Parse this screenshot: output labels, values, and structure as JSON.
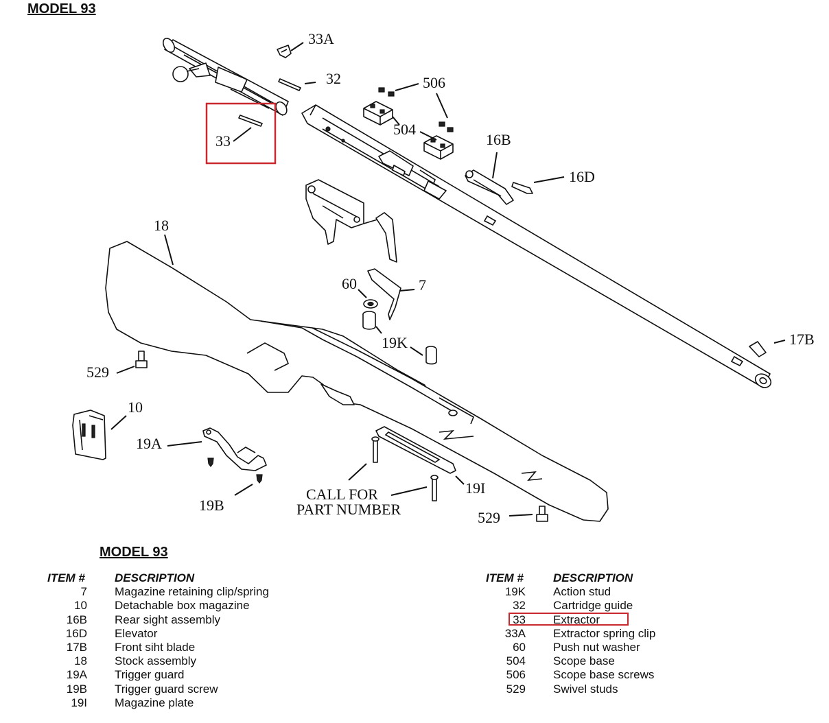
{
  "title_top": "MODEL 93",
  "title_table": "MODEL 93",
  "callouts": {
    "c33A": "33A",
    "c32": "32",
    "c506": "506",
    "c33": "33",
    "c504": "504",
    "c16B": "16B",
    "c16D": "16D",
    "c18": "18",
    "c60": "60",
    "c7": "7",
    "c17B": "17B",
    "c19K": "19K",
    "c529a": "529",
    "c10": "10",
    "c19A": "19A",
    "c19I": "19I",
    "c19B": "19B",
    "c529b": "529",
    "call_line1": "CALL FOR",
    "call_line2": "PART NUMBER"
  },
  "highlight_color": "#c8282e",
  "table_left": {
    "header_item": "ITEM #",
    "header_desc": "DESCRIPTION",
    "rows": [
      {
        "item": "7",
        "desc": "Magazine retaining clip/spring"
      },
      {
        "item": "10",
        "desc": "Detachable box magazine"
      },
      {
        "item": "16B",
        "desc": "Rear sight assembly"
      },
      {
        "item": "16D",
        "desc": "Elevator"
      },
      {
        "item": "17B",
        "desc": "Front siht blade"
      },
      {
        "item": "18",
        "desc": "Stock assembly"
      },
      {
        "item": "19A",
        "desc": "Trigger guard"
      },
      {
        "item": "19B",
        "desc": "Trigger guard screw"
      },
      {
        "item": "19I",
        "desc": "Magazine plate"
      }
    ]
  },
  "table_right": {
    "header_item": "ITEM #",
    "header_desc": "DESCRIPTION",
    "rows": [
      {
        "item": "19K",
        "desc": "Action stud"
      },
      {
        "item": "32",
        "desc": "Cartridge guide"
      },
      {
        "item": "33",
        "desc": "Extractor"
      },
      {
        "item": "33A",
        "desc": "Extractor spring clip"
      },
      {
        "item": "60",
        "desc": "Push nut washer"
      },
      {
        "item": "504",
        "desc": "Scope base"
      },
      {
        "item": "506",
        "desc": "Scope base screws"
      },
      {
        "item": "529",
        "desc": "Swivel studs"
      }
    ]
  }
}
